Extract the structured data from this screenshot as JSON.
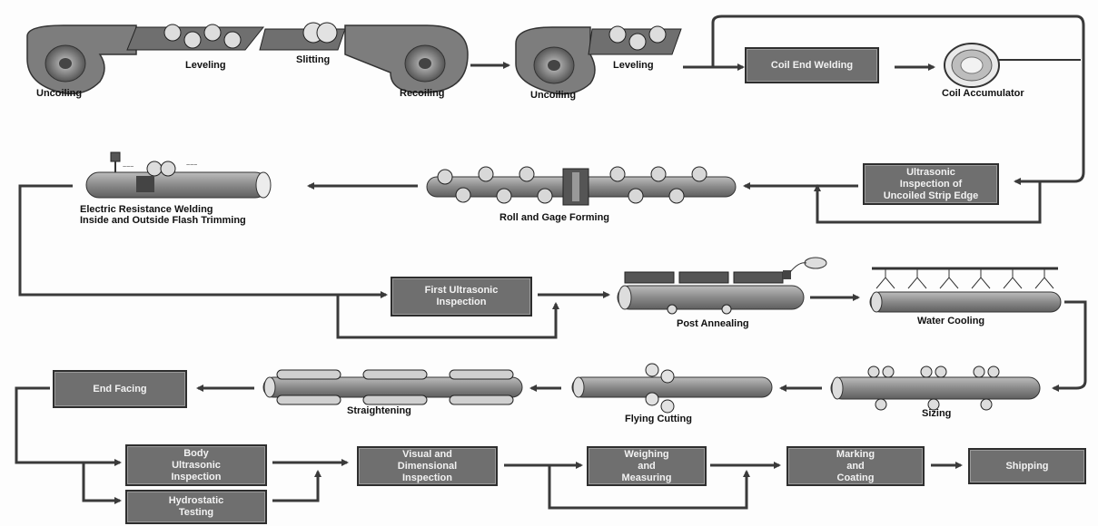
{
  "diagram": {
    "labels": {
      "uncoiling_1": "Uncoiling",
      "leveling_1": "Leveling",
      "slitting": "Slitting",
      "recoiling": "Recoiling",
      "uncoiling_2": "Uncoiling",
      "leveling_2": "Leveling",
      "coil_accumulator": "Coil Accumulator",
      "erw_line1": "Electric Resistance Welding",
      "erw_line2": "Inside and Outside Flash Trimming",
      "roll_gage_forming": "Roll and Gage Forming",
      "post_annealing": "Post Annealing",
      "water_cooling": "Water Cooling",
      "straightening": "Straightening",
      "flying_cutting": "Flying Cutting",
      "sizing": "Sizing"
    },
    "boxes": {
      "coil_end_welding": "Coil End Welding",
      "edge_inspection": "Ultrasonic\nInspection of\nUncoiled Strip Edge",
      "first_ultrasonic": "First Ultrasonic\nInspection",
      "end_facing": "End Facing",
      "body_ultrasonic": "Body\nUltrasonic\nInspection",
      "hydrostatic": "Hydrostatic\nTesting",
      "visual_dimensional": "Visual and\nDimensional\nInspection",
      "weighing_measuring": "Weighing\nand\nMeasuring",
      "marking_coating": "Marking\nand\nCoating",
      "shipping": "Shipping"
    },
    "colors": {
      "box_fill": "#6f6f6f",
      "arrow": "#3a3a3a",
      "machine": "#7c7c7c"
    }
  }
}
